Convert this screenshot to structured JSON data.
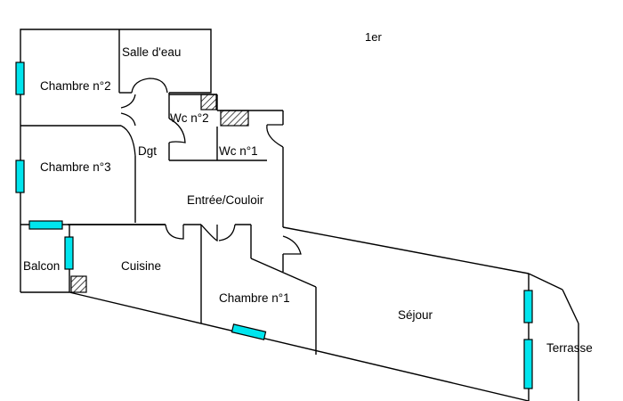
{
  "floor_label": "1er",
  "rooms": {
    "salle_deau": "Salle d'eau",
    "chambre_2": "Chambre n°2",
    "wc_2": "Wc n°2",
    "chambre_3": "Chambre n°3",
    "dgt": "Dgt",
    "wc_1": "Wc n°1",
    "entree_couloir": "Entrée/Couloir",
    "balcon": "Balcon",
    "cuisine": "Cuisine",
    "chambre_1": "Chambre n°1",
    "sejour": "Séjour",
    "terrasse": "Terrasse"
  },
  "colors": {
    "wall": "#000000",
    "window": "#00e5ee",
    "background": "#ffffff",
    "hatch": "#000000"
  },
  "window_count": 7,
  "hatched_ducts": 3
}
